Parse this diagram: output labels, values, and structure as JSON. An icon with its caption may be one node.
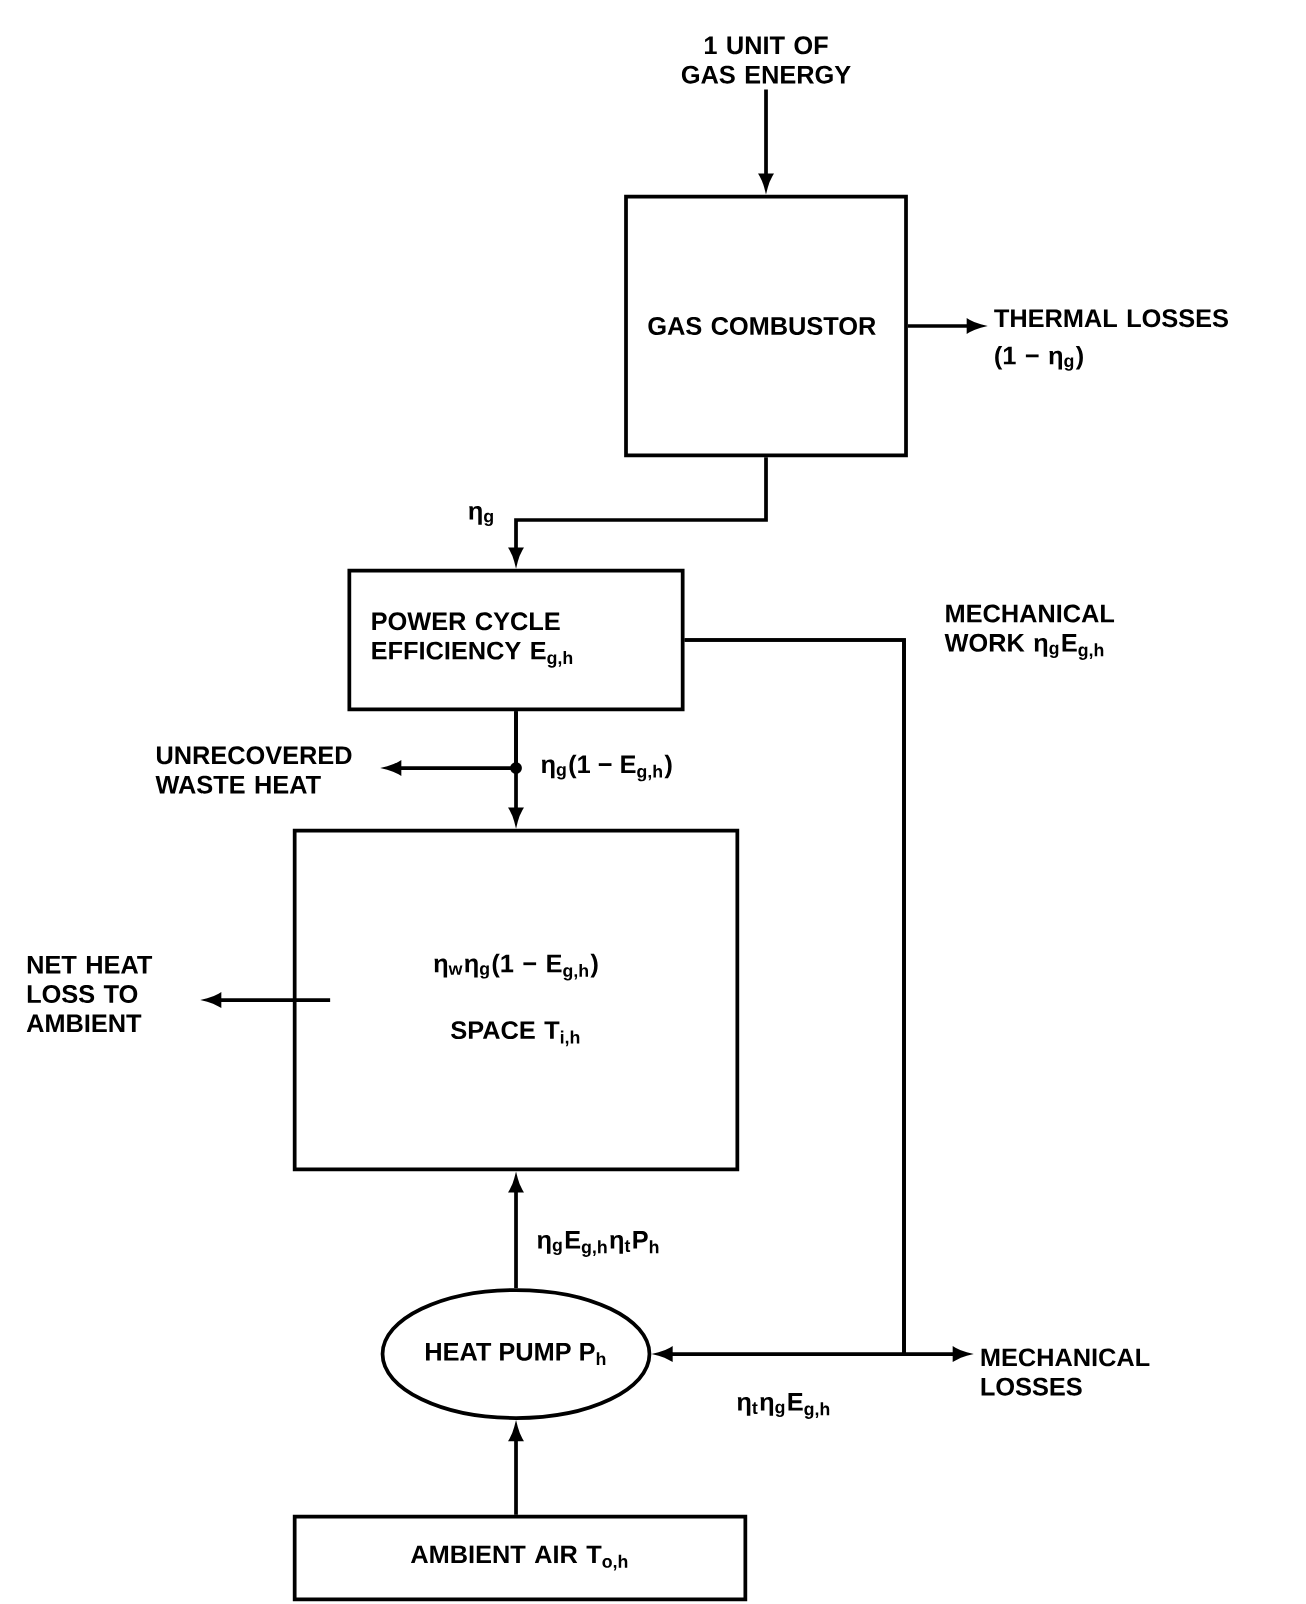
{
  "diagram": {
    "nodes": [
      {
        "text": [
          "1 UNIT OF GAS ENERGY"
        ]
      },
      {
        "text": [
          "GAS COMBUSTOR"
        ]
      },
      {
        "text": [
          "THERMAL LOSSES",
          "(1 − η$_{g}$)"
        ]
      },
      {
        "text": [
          "POWER CYCLE EFFICIENCY E$_{g,h}$"
        ]
      },
      {
        "text": [
          "UNRECOVERED WASTE HEAT"
        ]
      },
      {
        "text": [
          "η$_{w}$η$_{g}$(1 − E$_{g,h}$)",
          "SPACE T$_{i,h}$"
        ]
      },
      {
        "text": [
          "NET HEAT LOSS TO AMBIENT"
        ]
      },
      {
        "text": [
          "MECHANICAL LOSSES"
        ]
      },
      {
        "text": [
          "HEAT PUMP P$_{h}$"
        ]
      },
      {
        "text": [
          "AMBIENT AIR T$_{o,h}$"
        ]
      }
    ],
    "edges": [
      {
        "from": 0,
        "to": 1,
        "arrow": "to"
      },
      {
        "from": 1,
        "to": 2,
        "arrow": "to"
      },
      {
        "from": 1,
        "to": 3,
        "arrow": "to",
        "label": "η$_{g}$"
      },
      {
        "from": 3,
        "to": 4,
        "arrow": "to"
      },
      {
        "from": 3,
        "to": 5,
        "arrow": "to",
        "label": "η$_{g}$(1 − E$_{g,h}$)"
      },
      {
        "from": 5,
        "to": 6,
        "arrow": "to"
      },
      {
        "from": 3,
        "to": 7,
        "arrow": "to",
        "label": "MECHANICAL WORK η$_{g}$E$_{g,h}$"
      },
      {
        "from": 3,
        "to": 8,
        "arrow": "to",
        "label": "η$_{t}$η$_{g}$E$_{g,h}$"
      },
      {
        "from": 8,
        "to": 5,
        "arrow": "to",
        "label": "η$_{g}$E$_{g,h}$η$_{t}$P$_{h}$"
      },
      {
        "from": 9,
        "to": 8,
        "arrow": "to"
      }
    ]
  }
}
